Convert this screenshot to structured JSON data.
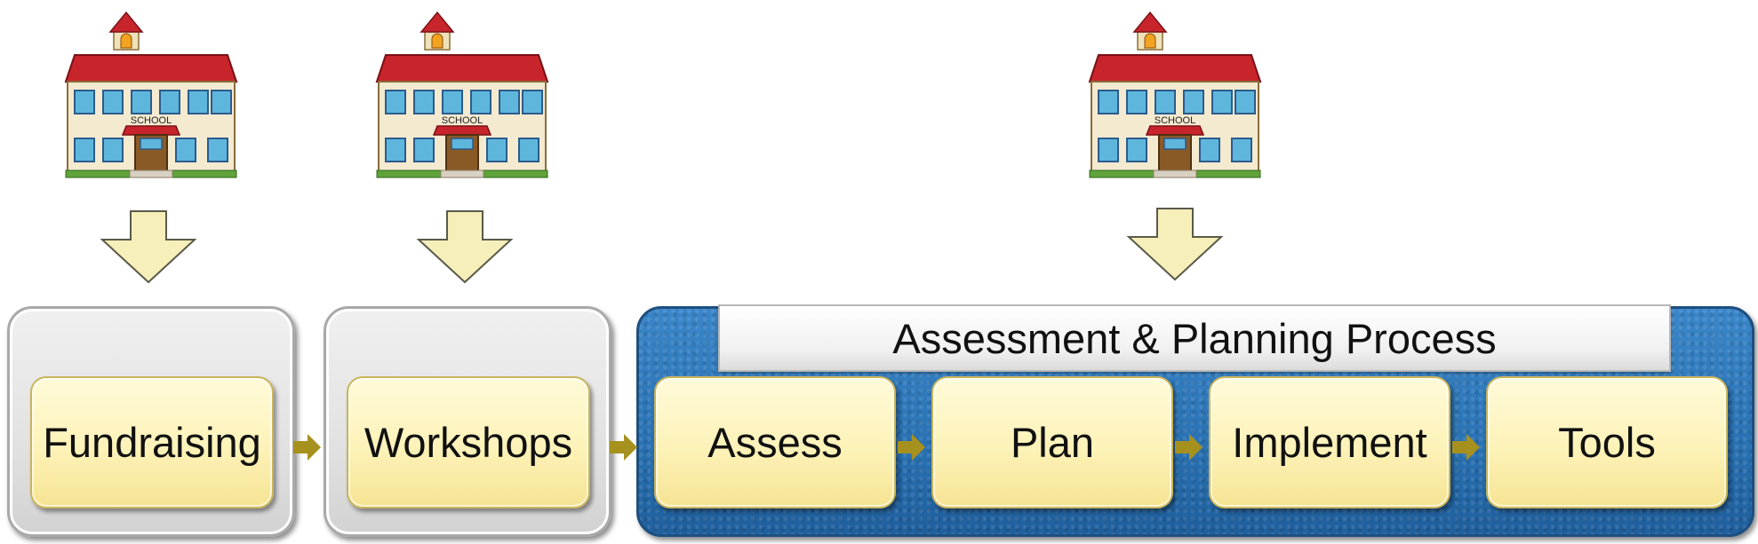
{
  "diagram": {
    "process_title": "Assessment & Planning Process",
    "steps": {
      "fundraising": "Fundraising",
      "workshops": "Workshops",
      "assess": "Assess",
      "plan": "Plan",
      "implement": "Implement",
      "tools": "Tools"
    },
    "school_sign": "SCHOOL"
  },
  "colors": {
    "roof": "#c8242b",
    "arrow_fill": "#f7efba",
    "step_fill": "#fdf2b8",
    "panel_blue": "#2a75b8",
    "connector": "#a6911e"
  }
}
